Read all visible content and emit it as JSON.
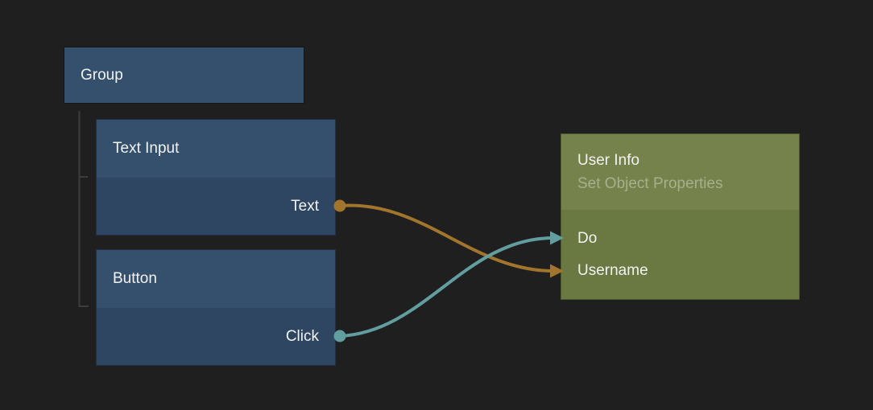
{
  "canvas": {
    "background_color": "#1f1f1f",
    "bracket_color": "#3c3c3c"
  },
  "nodes": {
    "group": {
      "title": "Group",
      "header_color": "#35506d"
    },
    "text_input": {
      "title": "Text Input",
      "header_color": "#35506d",
      "body_color": "#2e4662",
      "outputs": [
        {
          "label": "Text",
          "color": "#a1762c"
        }
      ]
    },
    "button": {
      "title": "Button",
      "header_color": "#35506d",
      "body_color": "#2e4662",
      "outputs": [
        {
          "label": "Click",
          "color": "#629da0"
        }
      ]
    },
    "user_info": {
      "title": "User Info",
      "subtitle": "Set Object Properties",
      "header_color": "#75824b",
      "body_color": "#6a7842",
      "inputs": [
        {
          "label": "Do",
          "arrow_color": "#629da0"
        },
        {
          "label": "Username",
          "arrow_color": "#a1762c"
        }
      ]
    }
  },
  "connections": [
    {
      "name": "text-to-username",
      "from": "Text",
      "to": "Username",
      "color": "#a1762c"
    },
    {
      "name": "click-to-do",
      "from": "Click",
      "to": "Do",
      "color": "#629da0"
    }
  ]
}
